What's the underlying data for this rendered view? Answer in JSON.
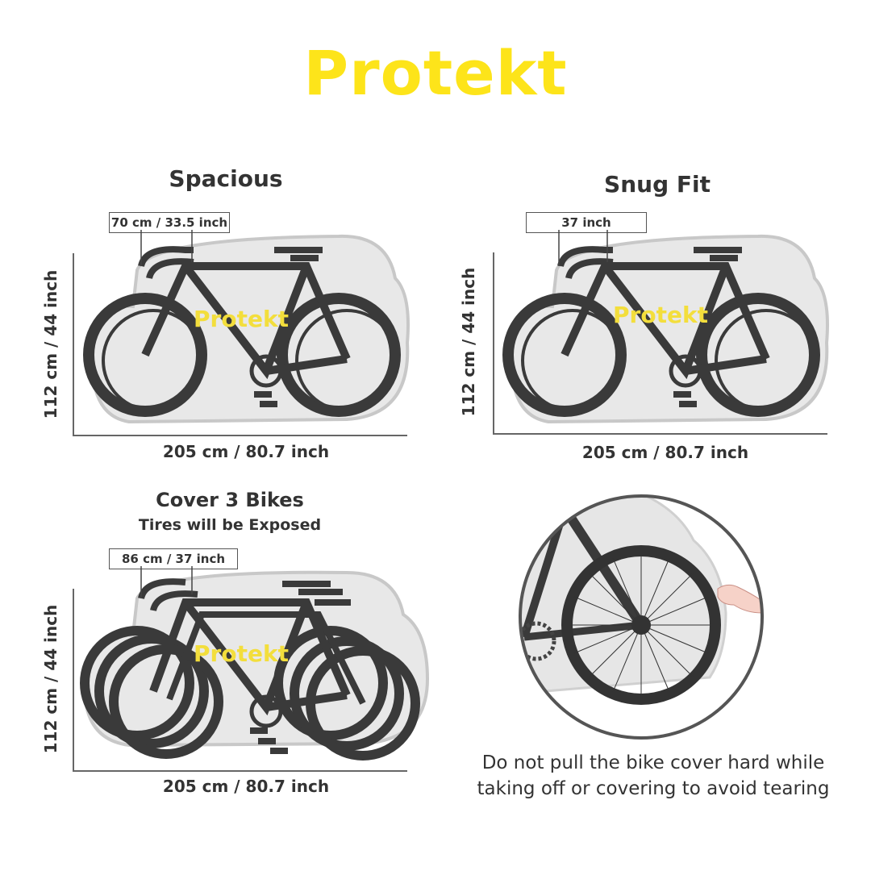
{
  "brand": {
    "name": "Protekt",
    "color": "#fde41a"
  },
  "panels": [
    {
      "id": "spacious",
      "title": "Spacious",
      "handlebar_label": "70 cm / 33.5 inch",
      "height_label": "112 cm / 44 inch",
      "width_label": "205 cm / 80.7 inch",
      "watermark": "Protekt",
      "bikes": 1
    },
    {
      "id": "snug-fit",
      "title": "Snug Fit",
      "handlebar_label": "37 inch",
      "height_label": "112 cm / 44 inch",
      "width_label": "205 cm / 80.7 inch",
      "watermark": "Protekt",
      "bikes": 1
    },
    {
      "id": "cover-3-bikes",
      "title": "Cover 3 Bikes",
      "subtitle": "Tires will be Exposed",
      "handlebar_label": "86 cm / 37 inch",
      "height_label": "112 cm / 44 inch",
      "width_label": "205 cm / 80.7 inch",
      "watermark": "Protekt",
      "bikes": 3
    }
  ],
  "warning": {
    "illustration": "hand-pulling-cover-over-wheel",
    "caption_line1": "Do not pull the bike cover hard while",
    "caption_line2": "taking off or covering to avoid tearing"
  },
  "colors": {
    "text": "#333333",
    "cover_fill": "#e8e8e8",
    "cover_outline": "#c8c8c8",
    "bike": "#3a3a3a",
    "watermark": "#f3de3c"
  }
}
